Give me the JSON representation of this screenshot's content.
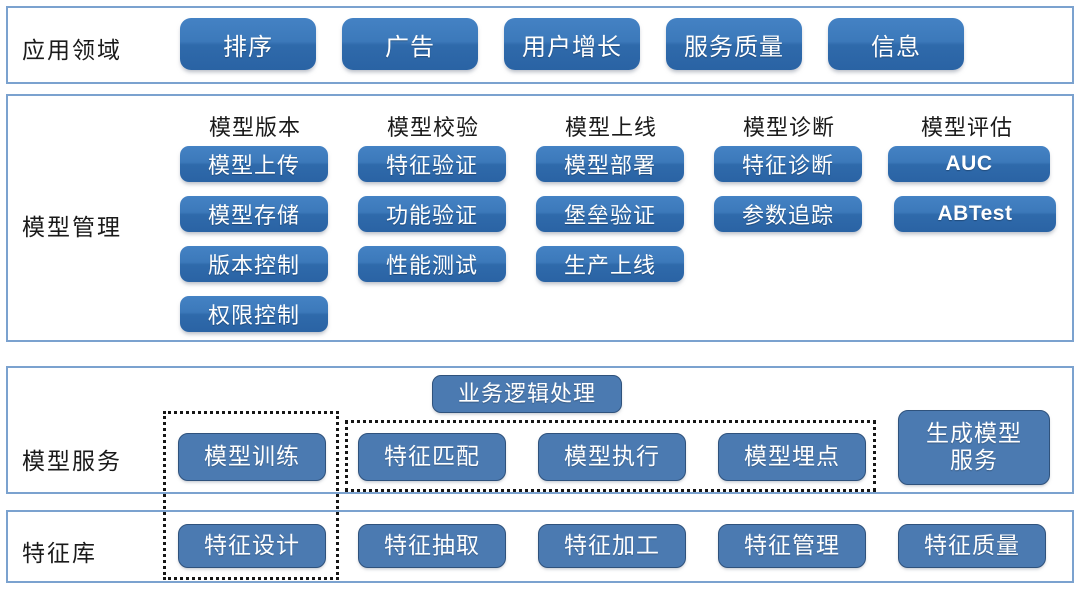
{
  "rows": {
    "application": {
      "label": "应用领域"
    },
    "management": {
      "label": "模型管理"
    },
    "service": {
      "label": "模型服务"
    },
    "feature": {
      "label": "特征库"
    }
  },
  "application_domains": [
    {
      "label": "排序"
    },
    {
      "label": "广告"
    },
    {
      "label": "用户增长"
    },
    {
      "label": "服务质量"
    },
    {
      "label": "信息"
    }
  ],
  "management_columns": [
    {
      "header": "模型版本",
      "items": [
        {
          "label": "模型上传"
        },
        {
          "label": "模型存储"
        },
        {
          "label": "版本控制"
        },
        {
          "label": "权限控制"
        }
      ]
    },
    {
      "header": "模型校验",
      "items": [
        {
          "label": "特征验证"
        },
        {
          "label": "功能验证"
        },
        {
          "label": "性能测试"
        }
      ]
    },
    {
      "header": "模型上线",
      "items": [
        {
          "label": "模型部署"
        },
        {
          "label": "堡垒验证"
        },
        {
          "label": "生产上线"
        }
      ]
    },
    {
      "header": "模型诊断",
      "items": [
        {
          "label": "特征诊断"
        },
        {
          "label": "参数追踪"
        }
      ]
    },
    {
      "header": "模型评估",
      "items": [
        {
          "label": "AUC"
        },
        {
          "label": "ABTest"
        }
      ]
    }
  ],
  "model_service": {
    "business_logic_label": "业务逻辑处理",
    "training_item": {
      "label": "模型训练"
    },
    "logic_items": [
      {
        "label": "特征匹配"
      },
      {
        "label": "模型执行"
      },
      {
        "label": "模型埋点"
      }
    ],
    "generate_service": {
      "label": "生成模型\n服务",
      "line1": "生成模型",
      "line2": "服务"
    }
  },
  "feature_library": [
    {
      "label": "特征设计"
    },
    {
      "label": "特征抽取"
    },
    {
      "label": "特征加工"
    },
    {
      "label": "特征管理"
    },
    {
      "label": "特征质量"
    }
  ],
  "colors": {
    "frame_border": "#7ba2cf",
    "glossy_top": "#4482c4",
    "glossy_bottom": "#2a63a4",
    "flat_fill": "#4b7ab1",
    "flat_border": "#2f527c",
    "dotted_outline": "#161616",
    "text_dark": "#1a1a1a",
    "button_text": "#ffffff",
    "background": "#ffffff"
  }
}
